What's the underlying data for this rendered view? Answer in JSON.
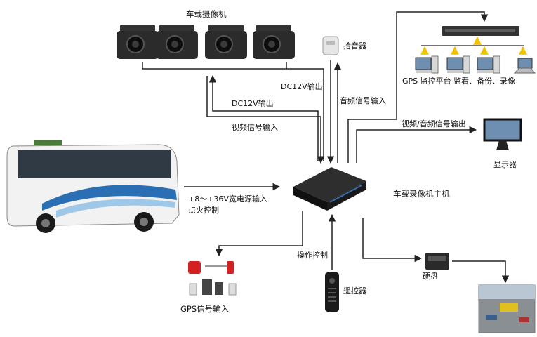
{
  "labels": {
    "cameras": "车载摄像机",
    "pickup": "拾音器",
    "dc12v_out_1": "DC12V输出",
    "dc12v_out_2": "DC12V输出",
    "audio_in": "音频信号输入",
    "video_in": "视频信号输入",
    "av_out": "视频/音频信号输出",
    "gps_platform": "GPS 监控平台 监看、备份、录像",
    "monitor": "显示器",
    "power": "+8～+36V宽电源输入",
    "ignition": "点火控制",
    "dvr_host": "车载录像机主机",
    "operation": "操作控制",
    "remote": "遥控器",
    "hdd": "硬盘",
    "gps_in": "GPS信号输入"
  },
  "colors": {
    "line": "#222222",
    "camera_body": "#2b2b2b",
    "bus_body": "#f2f2f2",
    "bus_stripe": "#2a6fb3",
    "screen": "#6f8fb0",
    "dvr_body": "#1f1f1f",
    "alarm_red": "#d32020",
    "arrow_yellow": "#f2c200"
  },
  "icons": {
    "camera": "camera-icon",
    "mic": "microphone-icon",
    "switch": "network-switch-icon",
    "pc": "desktop-pc-icon",
    "laptop": "laptop-icon",
    "monitor": "monitor-icon",
    "bus": "bus-icon",
    "dvr": "dvr-icon",
    "remote": "remote-control-icon",
    "hdd": "hard-disk-icon",
    "gps": "gps-device-icon",
    "playback": "video-playback-icon"
  }
}
